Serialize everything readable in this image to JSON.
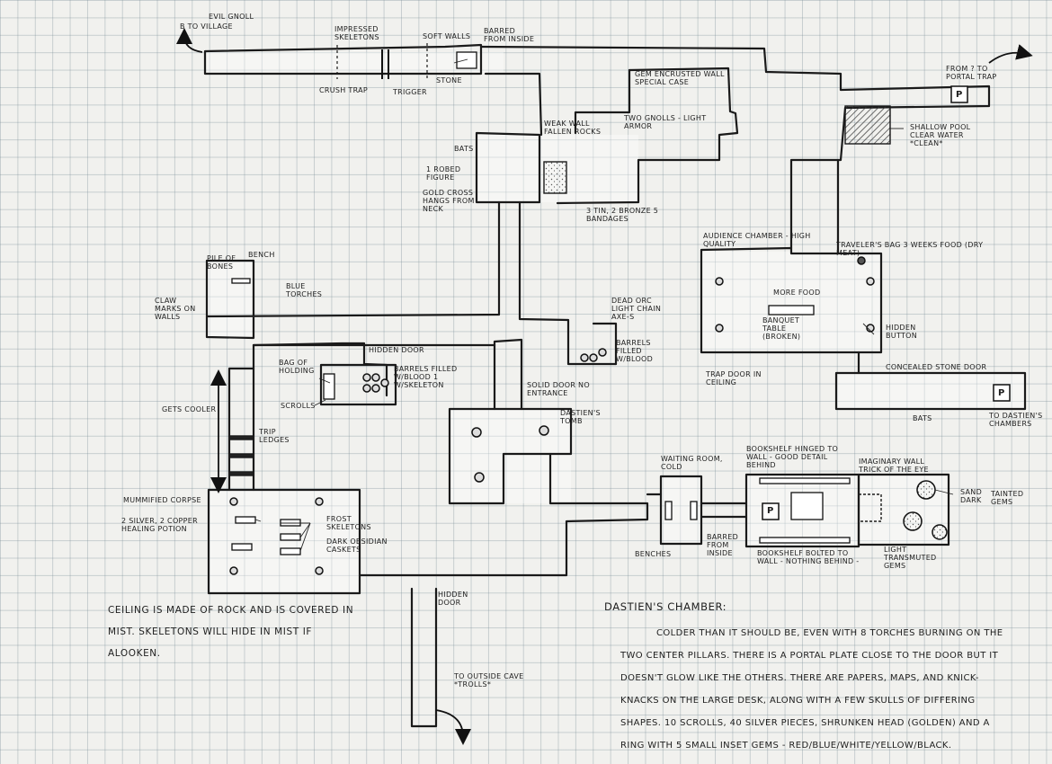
{
  "map": {
    "labels": {
      "evil_gnoll_village": "Evil Gnoll",
      "village_note": "B to Village",
      "impressed_skeletons": "Impressed Skeletons",
      "soft_walls": "Soft Walls",
      "barred_from_inside_top": "Barred from Inside",
      "crush_trap": "Crush Trap",
      "trigger": "Trigger",
      "stone": "Stone",
      "gem_encrusted_wall": "Gem Encrusted Wall - Special Case",
      "two_gnolls": "Two Gnolls - Light Armor",
      "from_portal_trap": "From ? to Portal Trap",
      "portal_top_symbol": "P",
      "shallow_pool": "Shallow Pool Clear Water *Clean*",
      "weak_wall": "Weak Wall Fallen Rocks",
      "bats_top": "Bats",
      "robed_figure": "1 Robed Figure",
      "gold_cross": "Gold Cross Hangs from Neck",
      "coins_bandages": "3 Tin, 2 Bronze 5 Bandages",
      "audience_chamber": "Audience Chamber - High Quality",
      "travelers_bag": "Traveler's Bag 3 Weeks Food (Dry Meat)",
      "more_food": "More Food",
      "banquet_table": "Banquet Table (Broken)",
      "hidden_button": "Hidden Button",
      "concealed_stone_door": "Concealed Stone Door",
      "trap_door_ceiling": "Trap Door in Ceiling",
      "bats_right": "Bats",
      "portal_right_symbol": "P",
      "to_dastiens_chambers": "To Dastien's Chambers",
      "pile_of_bones": "Pile of Bones",
      "bench": "Bench",
      "blue_torches": "Blue Torches",
      "claw_marks": "Claw Marks on Walls",
      "hidden_door_1": "Hidden Door",
      "dead_orc": "Dead Orc Light Chain Axe-s",
      "barrels_blood": "Barrels Filled w/Blood",
      "bag_of_holding": "Bag of Holding",
      "barrels_skeletons": "Barrels Filled w/Blood 1 w/Skeleton",
      "scrolls": "Scrolls",
      "solid_door": "Solid Door No Entrance",
      "dastiens_tomb": "Dastien's Tomb",
      "gets_cooler": "Gets Cooler",
      "trip_ledges": "Trip Ledges",
      "waiting_room": "Waiting Room, Cold",
      "bookshelf_hinged": "Bookshelf Hinged to Wall - Good Detail Behind",
      "imaginary_wall": "Imaginary Wall Trick of the Eye",
      "sand_dark": "Sand Dark",
      "tainted_gems": "Tainted Gems",
      "benches": "Benches",
      "barred_from_inside": "Barred from Inside",
      "bookshelf_bolted": "Bookshelf Bolted to Wall - Nothing Behind -",
      "light_gems": "Light Transmuted Gems",
      "portal_chamber_symbol": "P",
      "mummified_corpse": "Mummified Corpse",
      "silver_copper": "2 Silver, 2 Copper Healing Potion",
      "frost_skeletons": "Frost Skeletons",
      "obsidian_caskets": "Dark Obsidian Caskets",
      "hidden_door_2": "Hidden Door",
      "to_outside_cave": "To Outside Cave *Trolls*"
    },
    "ceiling_note": "Ceiling is made of rock and is covered in mist. Skeletons will hide in mist if alooken.",
    "chamber_title": "DASTIEN'S CHAMBER:",
    "chamber_description": "Colder than it should be, even with 8 torches burning on the two center pillars. There is a portal plate close to the door but it doesn't glow like the others. There are papers, maps, and knick-knacks on the large desk, along with a few skulls of differing shapes. 10 scrolls, 40 silver pieces, shrunken head (golden) and a ring with 5 small inset gems - red/blue/white/yellow/black."
  },
  "colors": {
    "paper": "#f1f1ee",
    "grid": "#8c9aa0",
    "ink": "#1e1e1e",
    "shade": "#7a7a7a"
  }
}
